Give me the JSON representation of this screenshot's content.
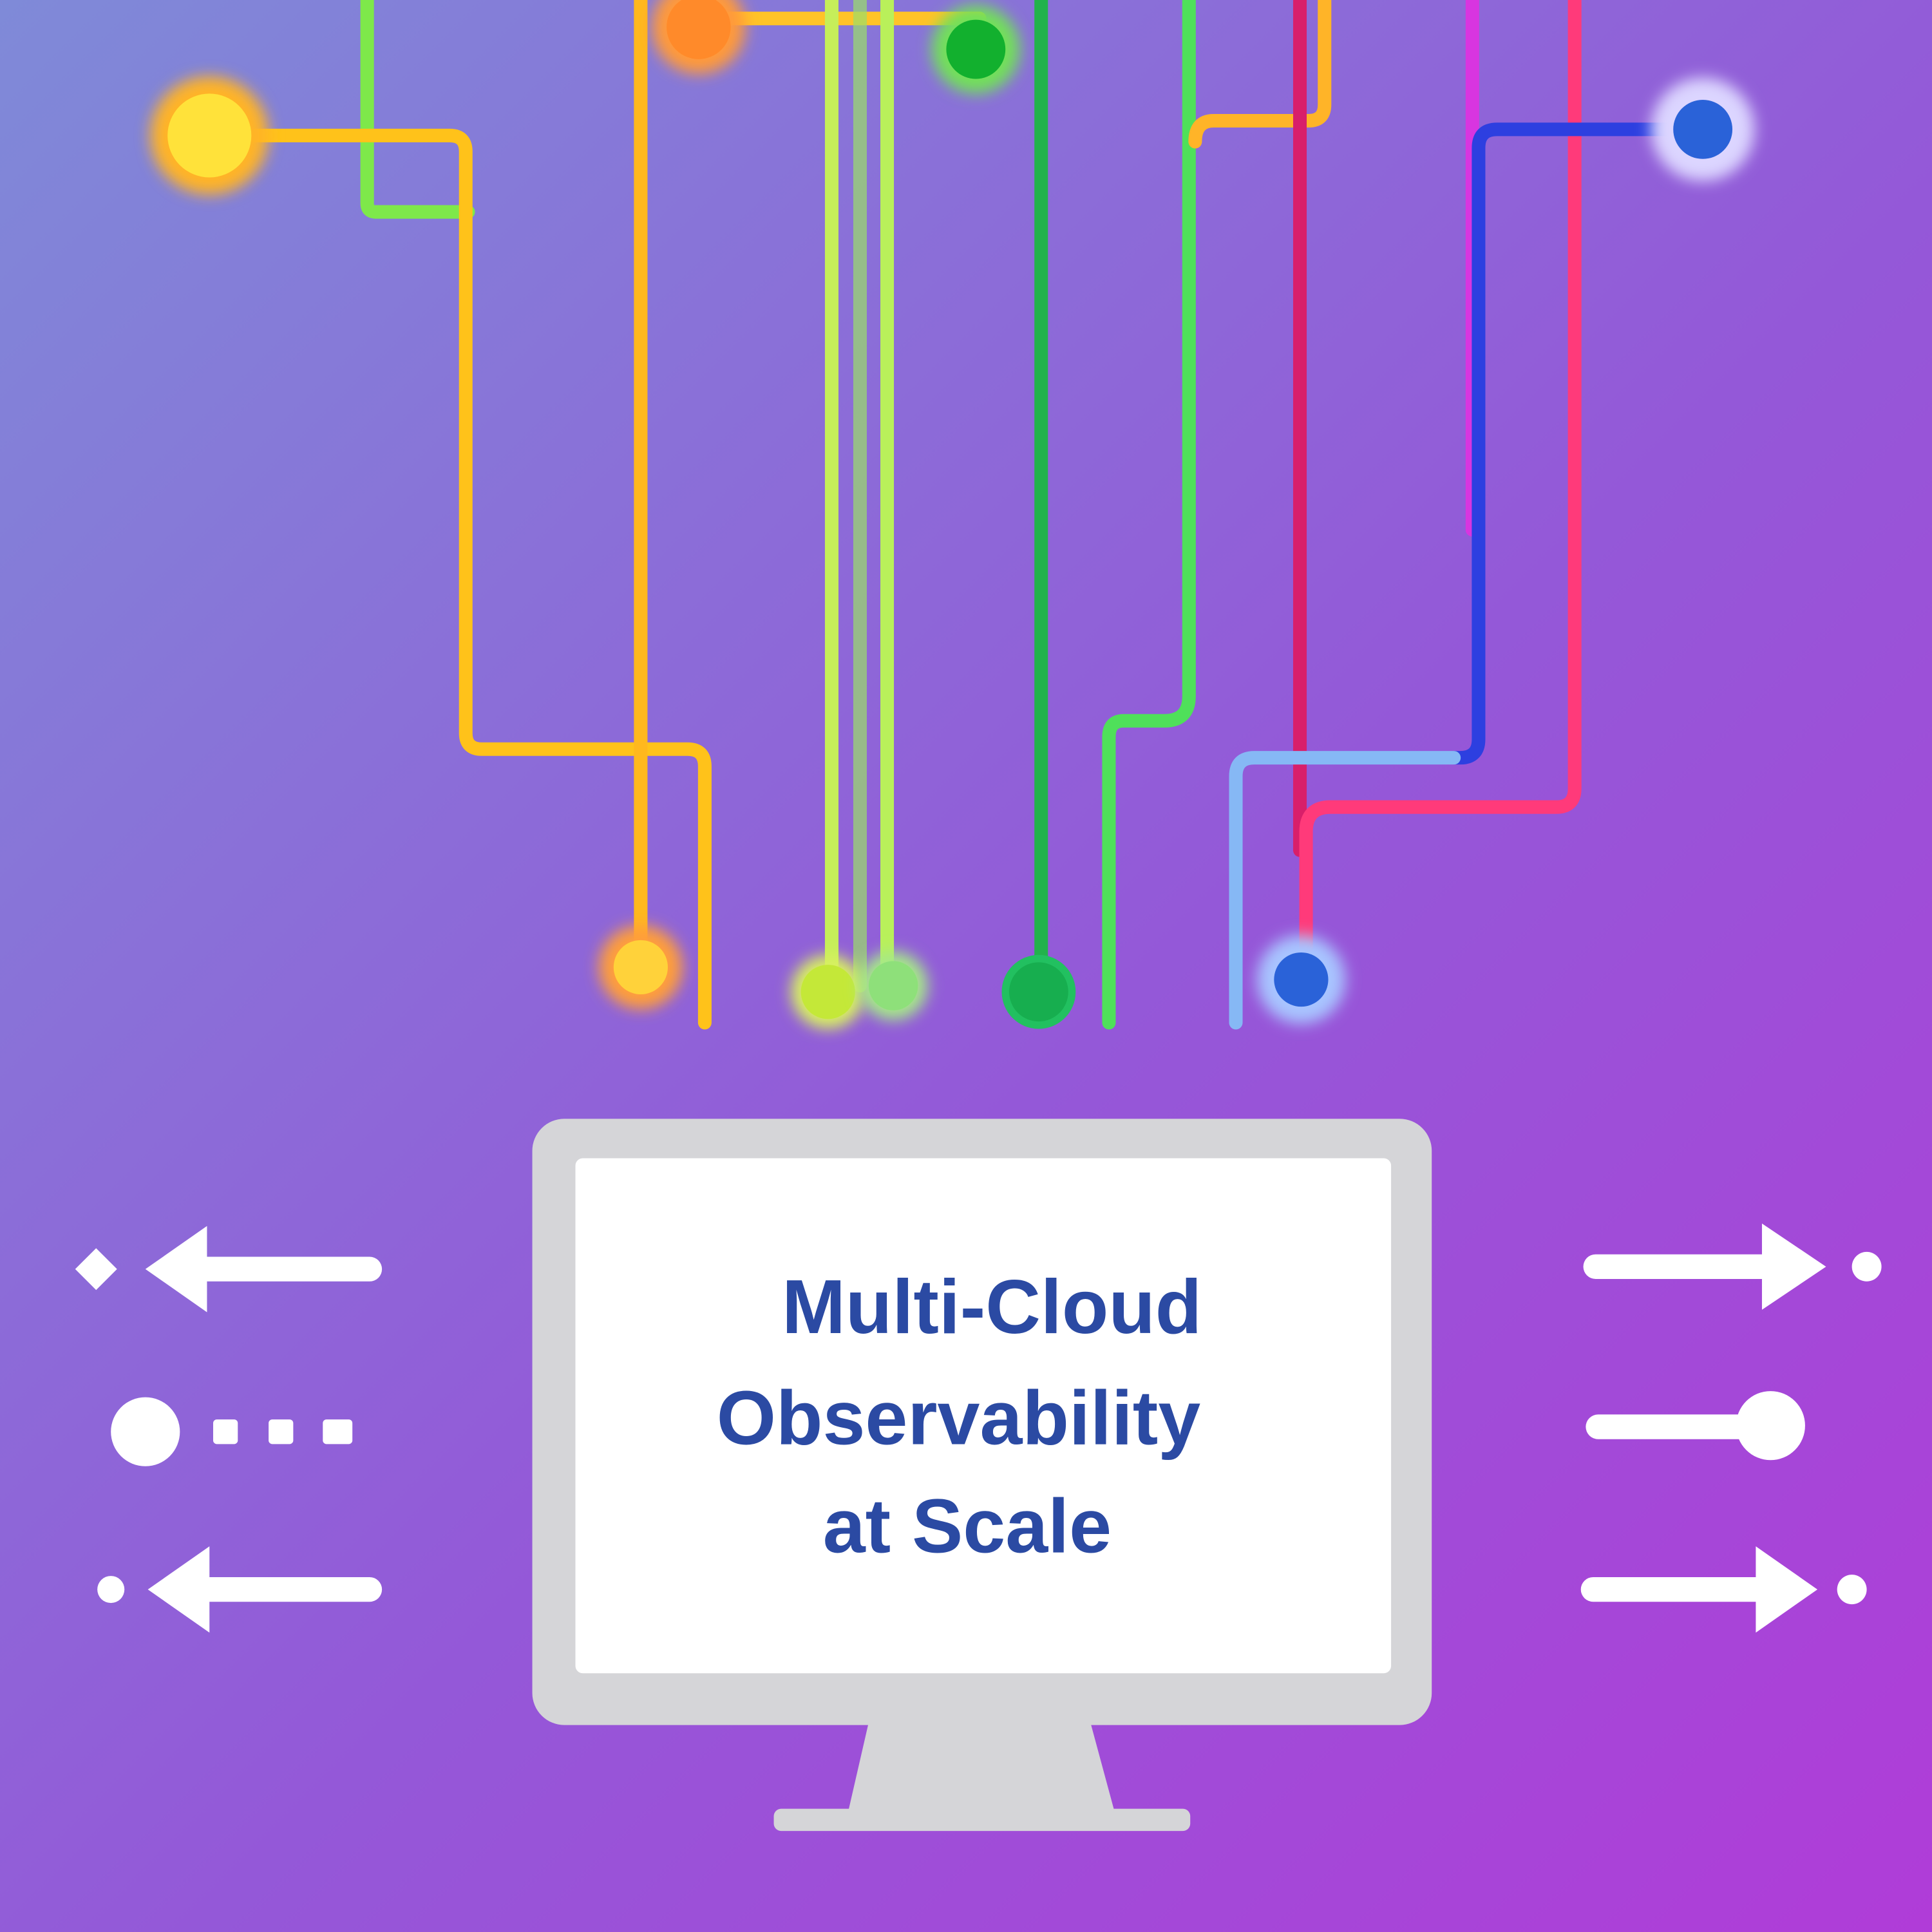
{
  "illustration": {
    "screen_title": {
      "line1": "Multi-Cloud",
      "line2": "Observability",
      "line3": "at Scale"
    },
    "colors": {
      "bg_top": "#7f89d8",
      "bg_bottom": "#ab3fd9",
      "text": "#2b4aa3",
      "monitor_frame": "#d5d5d8",
      "screen": "#ffffff"
    }
  }
}
